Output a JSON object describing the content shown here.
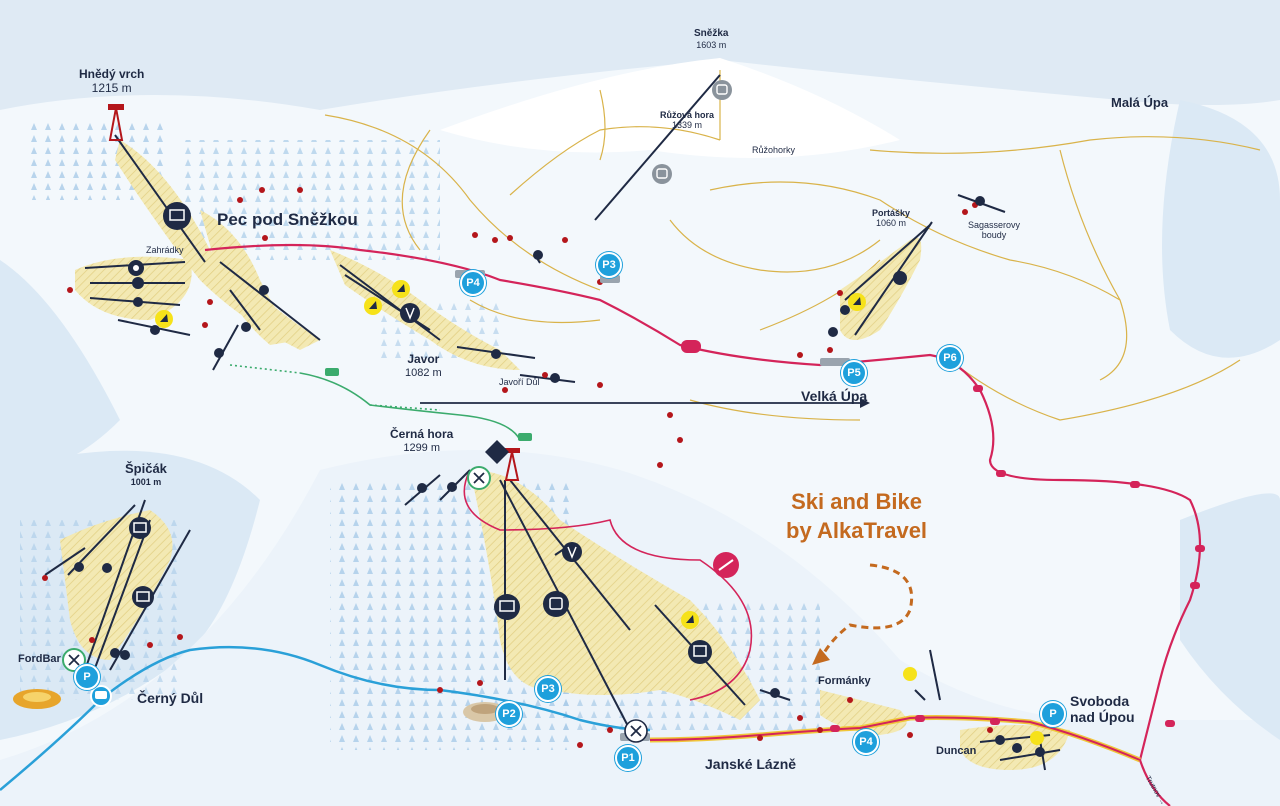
{
  "colors": {
    "road": "#d4245a",
    "river": "#2aa0d8",
    "piste": "#f3e9b3",
    "lift": "#1f2a44",
    "parking": "#1ea0dc",
    "brand": "#c46a1f",
    "forest": "#9cc4e4",
    "trail": "#d9b34a"
  },
  "peaks": {
    "snezka": {
      "name": "Sněžka",
      "elev": "1603 m"
    },
    "hnedy_vrch": {
      "name": "Hnědý vrch",
      "elev": "1215 m"
    },
    "ruzova_hora": {
      "name": "Růžová hora",
      "elev": "1339 m"
    },
    "javor": {
      "name": "Javor",
      "elev": "1082 m"
    },
    "cerna_hora": {
      "name": "Černá hora",
      "elev": "1299 m"
    },
    "spicak": {
      "name": "Špičák",
      "elev": "1001 m"
    },
    "portasky": {
      "name": "Portášky",
      "elev": "1060 m"
    }
  },
  "places": {
    "pec": "Pec pod Sněžkou",
    "mala_upa": "Malá Úpa",
    "velka_upa": "Velká Úpa",
    "cerny_dul": "Černý Důl",
    "janske_lazne": "Janské Lázně",
    "svoboda_1": "Svoboda",
    "svoboda_2": "nad Úpou",
    "formanky": "Formánky",
    "duncan": "Duncan",
    "fordbar": "FordBar",
    "zahradky": "Zahrádky",
    "ruzohorky": "Růžohorky",
    "sagasserovy_1": "Sagasserovy",
    "sagasserovy_2": "boudy",
    "javori_dul": "Javoří Důl",
    "trutnov": "Trutnov →"
  },
  "parking": {
    "p1": "P1",
    "p2": "P2",
    "p3a": "P3",
    "p3b": "P3",
    "p4a": "P4",
    "p4b": "P4",
    "p5": "P5",
    "p6": "P6",
    "p_cerny": "P",
    "p_svoboda": "P"
  },
  "brand": {
    "line1": "Ski and Bike",
    "line2": "by AlkaTravel"
  },
  "icons": {
    "lift": "chairlift-icon",
    "tbar": "t-bar-lift-icon",
    "gondola": "gondola-icon",
    "tower": "lookout-tower-icon",
    "restaurant": "restaurant-icon",
    "bus": "bus-icon",
    "beginner": "beginner-area-icon"
  }
}
